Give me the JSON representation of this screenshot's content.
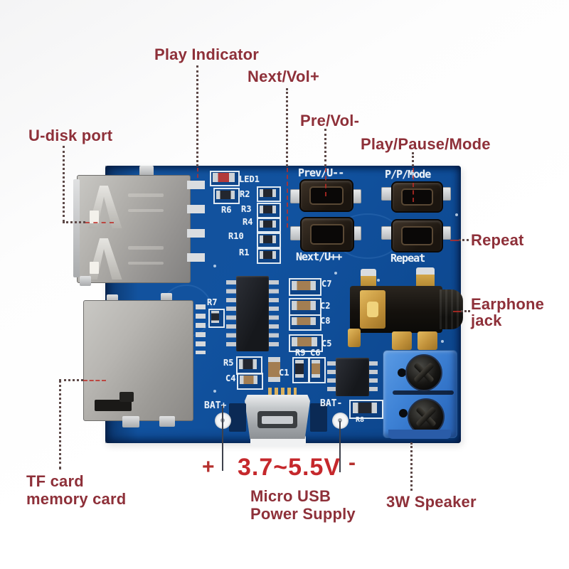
{
  "annotations": {
    "play_indicator": "Play Indicator",
    "next_vol": "Next/Vol+",
    "pre_vol": "Pre/Vol-",
    "play_pause_mode": "Play/Pause/Mode",
    "u_disk_port": "U-disk port",
    "repeat": "Repeat",
    "earphone_1": "Earphone",
    "earphone_2": "jack",
    "tf_1": "TF card",
    "tf_2": "memory card",
    "plus": "+",
    "voltage": "3.7~5.5V",
    "minus": "-",
    "micro_usb_1": "Micro USB",
    "micro_usb_2": "Power Supply",
    "speaker": "3W Speaker"
  },
  "silkscreen": {
    "led1": "LED1",
    "r2": "R2",
    "r6": "R6",
    "r3": "R3",
    "r4": "R4",
    "r10": "R10",
    "r1": "R1",
    "r7": "R7",
    "c7": "C7",
    "c2": "C2",
    "c8": "C8",
    "c5": "C5",
    "r9": "R9",
    "c6": "C6",
    "r5": "R5",
    "c4": "C4",
    "c1": "C1",
    "btn_prev": "Prev/U--",
    "btn_mode": "P/P/Mode",
    "btn_next": "Next/U++",
    "btn_repeat": "Repeat",
    "bat_plus": "BAT+",
    "bat_minus": "BAT-",
    "r8": "R8"
  },
  "colors": {
    "background": "#ffffff",
    "pcb": "#11529f",
    "silkscreen": "#e9f0f7",
    "annotation": "#8e3039",
    "voltage_red": "#c5282c",
    "leader": "#5d4948",
    "terminal_blue": "#3f83d6",
    "metal": "#b4b2ae",
    "gold": "#c99a3c"
  }
}
